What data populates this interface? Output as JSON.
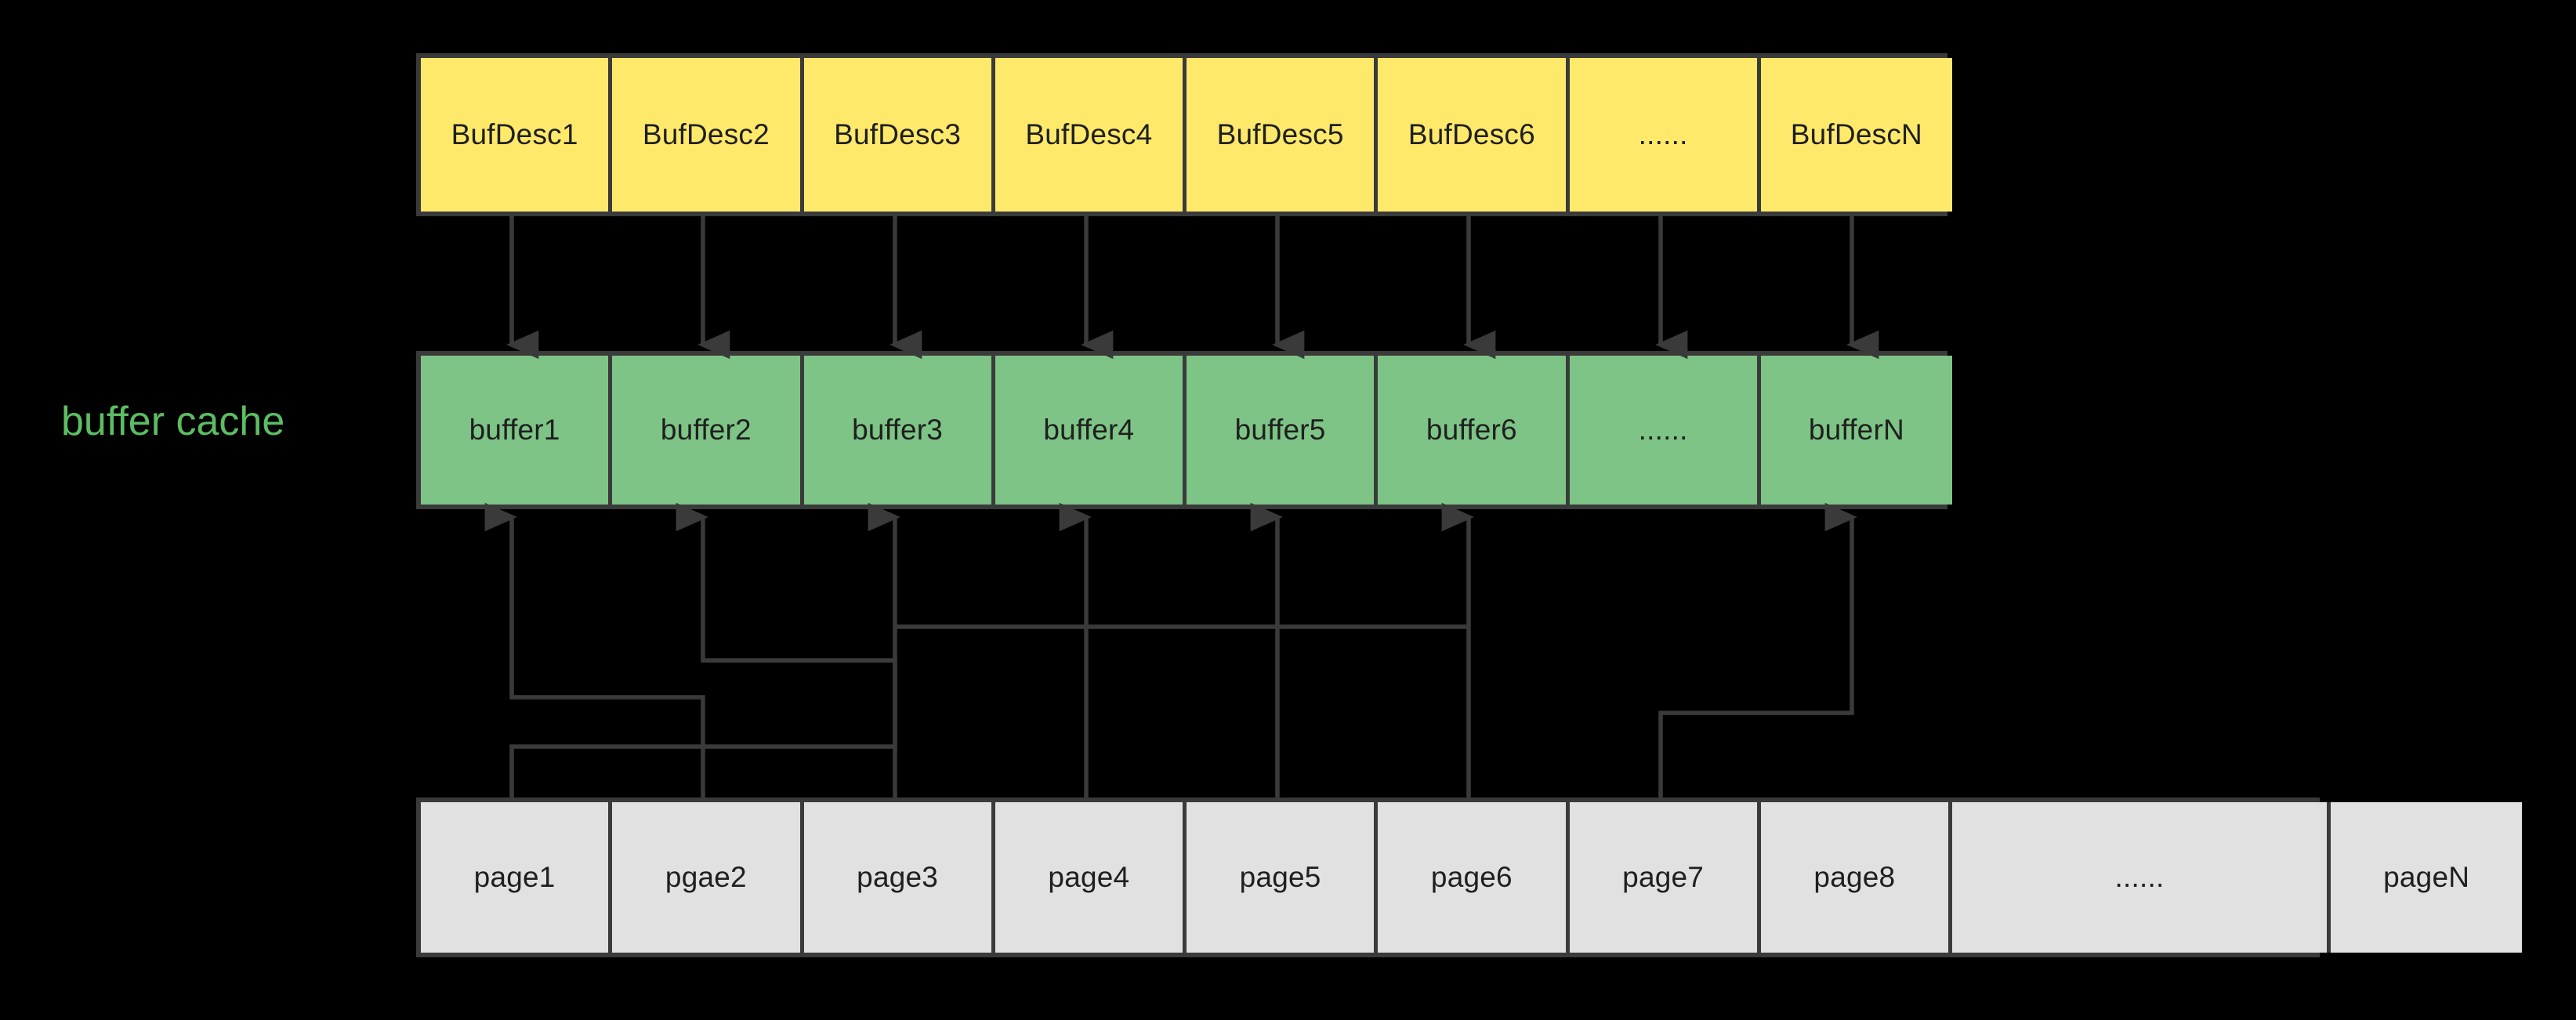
{
  "diagram": {
    "title": "buffer cache",
    "background_color": "#000000",
    "stroke_color": "#3a3a3a",
    "label": {
      "text": "buffer cache",
      "color": "#5cbd63"
    },
    "rows": [
      {
        "name": "buffer-descriptors",
        "fill_color": "#ffe96b",
        "cells": [
          {
            "label": "BufDesc1"
          },
          {
            "label": "BufDesc2"
          },
          {
            "label": "BufDesc3"
          },
          {
            "label": "BufDesc4"
          },
          {
            "label": "BufDesc5"
          },
          {
            "label": "BufDesc6"
          },
          {
            "label": "......"
          },
          {
            "label": "BufDescN"
          }
        ]
      },
      {
        "name": "buffers",
        "fill_color": "#7dc486",
        "cells": [
          {
            "label": "buffer1"
          },
          {
            "label": "buffer2"
          },
          {
            "label": "buffer3"
          },
          {
            "label": "buffer4"
          },
          {
            "label": "buffer5"
          },
          {
            "label": "buffer6"
          },
          {
            "label": "......"
          },
          {
            "label": "bufferN"
          }
        ]
      },
      {
        "name": "pages",
        "fill_color": "#e1e1e1",
        "cells": [
          {
            "label": "page1",
            "width": "narrow"
          },
          {
            "label": "pgae2",
            "width": "narrow"
          },
          {
            "label": "page3",
            "width": "narrow"
          },
          {
            "label": "page4",
            "width": "narrow"
          },
          {
            "label": "page5",
            "width": "narrow"
          },
          {
            "label": "page6",
            "width": "narrow"
          },
          {
            "label": "page7",
            "width": "narrow"
          },
          {
            "label": "page8",
            "width": "narrow"
          },
          {
            "label": "......",
            "width": "wide"
          },
          {
            "label": "pageN",
            "width": "narrow"
          }
        ]
      }
    ],
    "connections": {
      "descriptor_to_buffer": [
        {
          "from": "BufDesc1",
          "to": "buffer1",
          "direction": "down"
        },
        {
          "from": "BufDesc2",
          "to": "buffer2",
          "direction": "down"
        },
        {
          "from": "BufDesc3",
          "to": "buffer3",
          "direction": "down"
        },
        {
          "from": "BufDesc4",
          "to": "buffer4",
          "direction": "down"
        },
        {
          "from": "BufDesc5",
          "to": "buffer5",
          "direction": "down"
        },
        {
          "from": "BufDesc6",
          "to": "buffer6",
          "direction": "down"
        },
        {
          "from": "......",
          "to": "......",
          "direction": "down"
        },
        {
          "from": "BufDescN",
          "to": "bufferN",
          "direction": "down"
        }
      ],
      "page_to_buffer": [
        {
          "from": "page2",
          "to": "buffer1",
          "direction": "up"
        },
        {
          "from": "page3",
          "to": "buffer2",
          "direction": "up"
        },
        {
          "from": "page1",
          "to": "buffer3",
          "direction": "up"
        },
        {
          "from": "page4",
          "to": "buffer4",
          "direction": "up"
        },
        {
          "from": "page5",
          "to": "buffer5",
          "direction": "up"
        },
        {
          "from": "page6",
          "to": "buffer6",
          "direction": "up"
        },
        {
          "from": "page7",
          "to": "bufferN",
          "direction": "up"
        }
      ]
    }
  }
}
